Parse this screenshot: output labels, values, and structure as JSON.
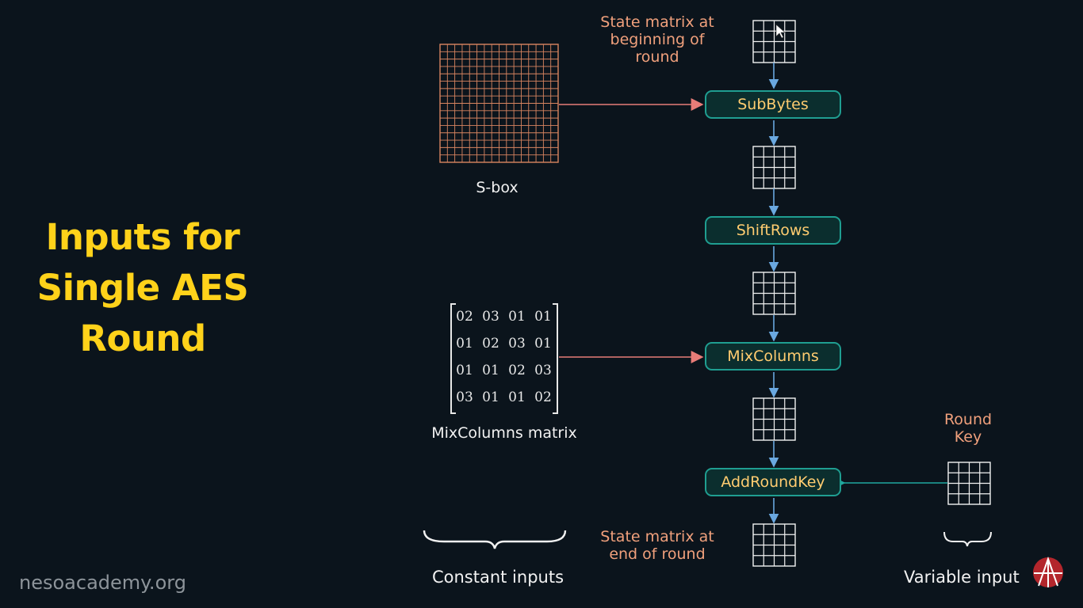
{
  "title": {
    "line1": "Inputs for",
    "line2": "Single AES",
    "line3": "Round"
  },
  "labels": {
    "state_begin": "State matrix at beginning of round",
    "state_end": "State matrix at end of round",
    "sbox": "S-box",
    "mixcolumns_matrix": "MixColumns matrix",
    "round_key": "Round Key",
    "constant_inputs": "Constant inputs",
    "variable_inputs": "Variable input"
  },
  "steps": [
    "SubBytes",
    "ShiftRows",
    "MixColumns",
    "AddRoundKey"
  ],
  "mixcolumns_matrix": [
    [
      "02",
      "03",
      "01",
      "01"
    ],
    [
      "01",
      "02",
      "03",
      "01"
    ],
    [
      "01",
      "01",
      "02",
      "03"
    ],
    [
      "03",
      "01",
      "01",
      "02"
    ]
  ],
  "footer": "nesoacademy.org",
  "colors": {
    "title": "#ffd21a",
    "step_border": "#1f9e91",
    "step_text": "#ffcc70",
    "constant_arrow": "#e87c78",
    "flow_arrow": "#6aa8e0",
    "key_arrow": "#1fa8a0",
    "sbox_grid": "#d98560"
  }
}
